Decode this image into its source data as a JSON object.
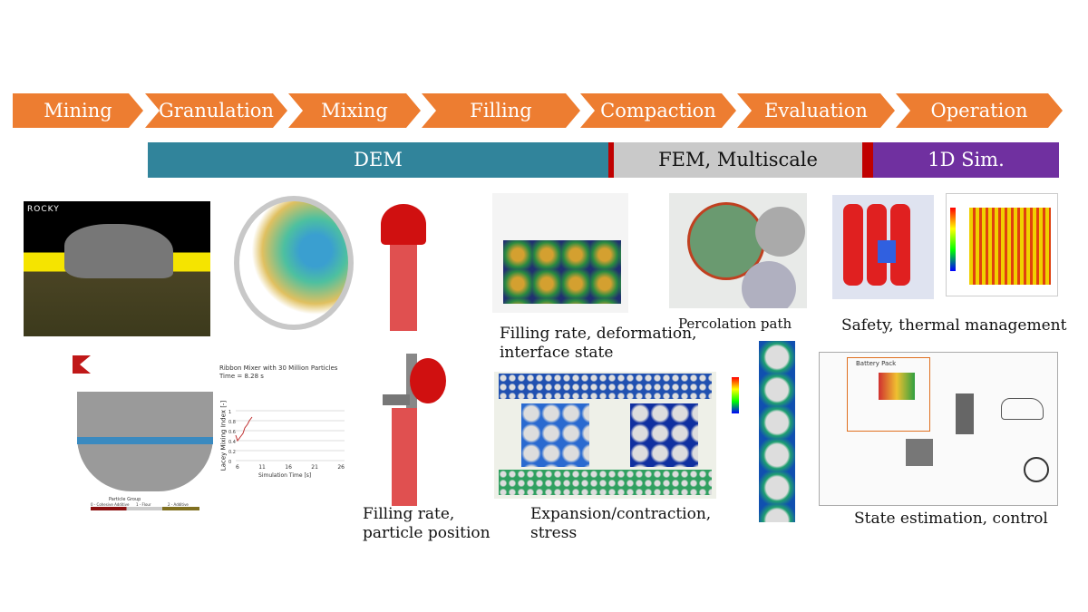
{
  "stages": [
    "Mining",
    "Granulation",
    "Mixing",
    "Filling",
    "Compaction",
    "Evaluation",
    "Operation"
  ],
  "methods": {
    "dem": "DEM",
    "fem": "FEM, Multiscale",
    "sim1d": "1D Sim."
  },
  "colors": {
    "stage": "#ED7D31",
    "dem": "#31849B",
    "fem": "#C9C9C9",
    "sim1d": "#7030A0",
    "separator": "#C00000"
  },
  "images": {
    "rocky_logo": "ROCKY",
    "mixer_chart": {
      "title": "Ribbon Mixer with 30 Million Particles",
      "time": "Time = 8.28 s",
      "xlabel": "Simulation Time [s]",
      "ylabel": "Lacey Mixing Index [-]",
      "xticks": [
        "6",
        "11",
        "16",
        "21",
        "26"
      ],
      "yticks": [
        "0",
        "0.2",
        "0.4",
        "0.6",
        "0.8",
        "1"
      ]
    },
    "particle_group": {
      "title": "Particle Group",
      "items": [
        "0 - Cohesive Additive",
        "1 - Flour",
        "2 - Additive"
      ]
    },
    "battery_pack_label": "Battery Pack"
  },
  "captions": {
    "compaction": "Filling rate, deformation, interface state",
    "percolation": "Percolation path",
    "safety": "Safety, thermal management",
    "filling": "Filling rate, particle position",
    "expansion": "Expansion/contraction, stress",
    "state": "State estimation, control"
  }
}
